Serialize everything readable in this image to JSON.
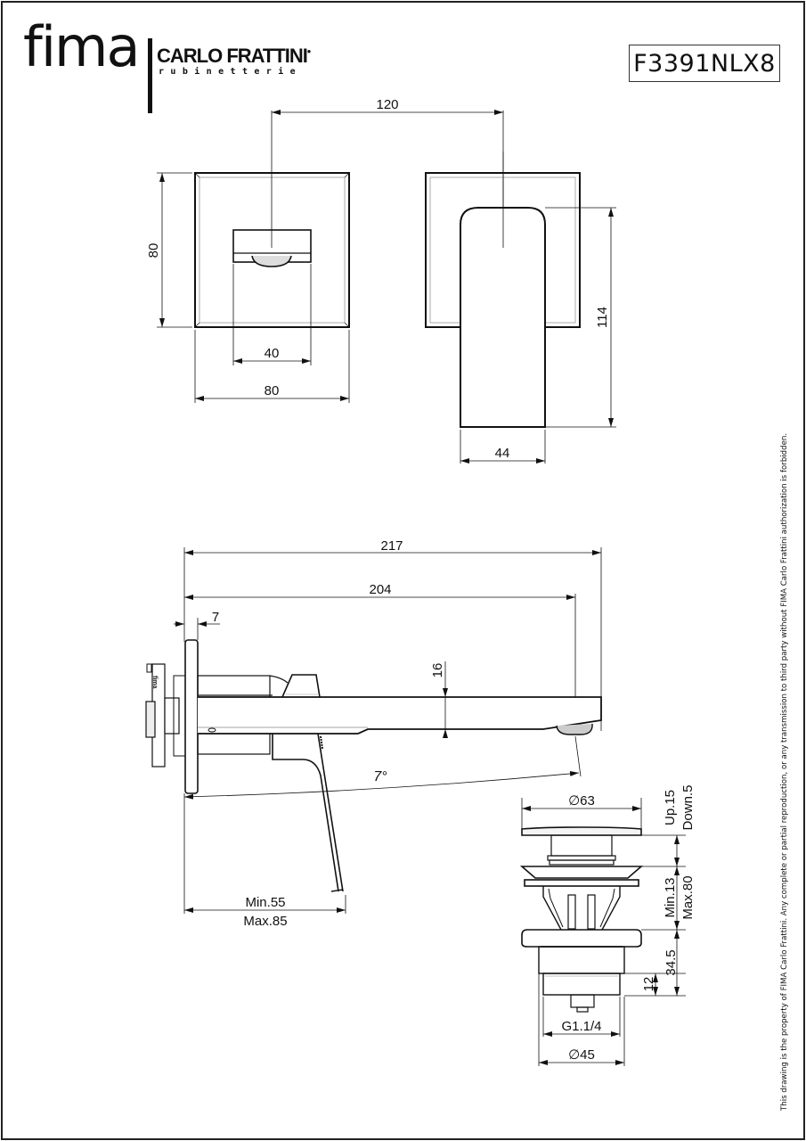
{
  "header": {
    "logo_primary": "fima",
    "logo_brand": "CARLO FRATTINI",
    "logo_registered": "•",
    "logo_subtitle": "rubinetterie",
    "product_code": "F3391NLX8"
  },
  "front_view": {
    "plate_width": "80",
    "plate_height": "80",
    "spout_width": "40",
    "spout_center_distance": "120"
  },
  "top_view": {
    "spout_length": "114",
    "spout_width": "44"
  },
  "side_view": {
    "overall_length": "217",
    "outlet_length": "204",
    "plate_thickness": "7",
    "spout_thickness": "16",
    "angle": "7°",
    "wall_depth_min": "Min.55",
    "wall_depth_max": "Max.85"
  },
  "waste_view": {
    "cap_diameter": "∅63",
    "travel_up": "Up.15",
    "travel_down": "Down.5",
    "basin_min": "Min.13",
    "basin_max": "Max.80",
    "body_height": "34.5",
    "thread_height": "12",
    "thread_size": "G1.1/4",
    "body_diameter": "∅45"
  },
  "footer": {
    "disclaimer": "This drawing is the property of FIMA Carlo Frattini. Any complete or partial reproduction, or any transmission to third party without FIMA Carlo Frattini authorization is forbidden."
  }
}
